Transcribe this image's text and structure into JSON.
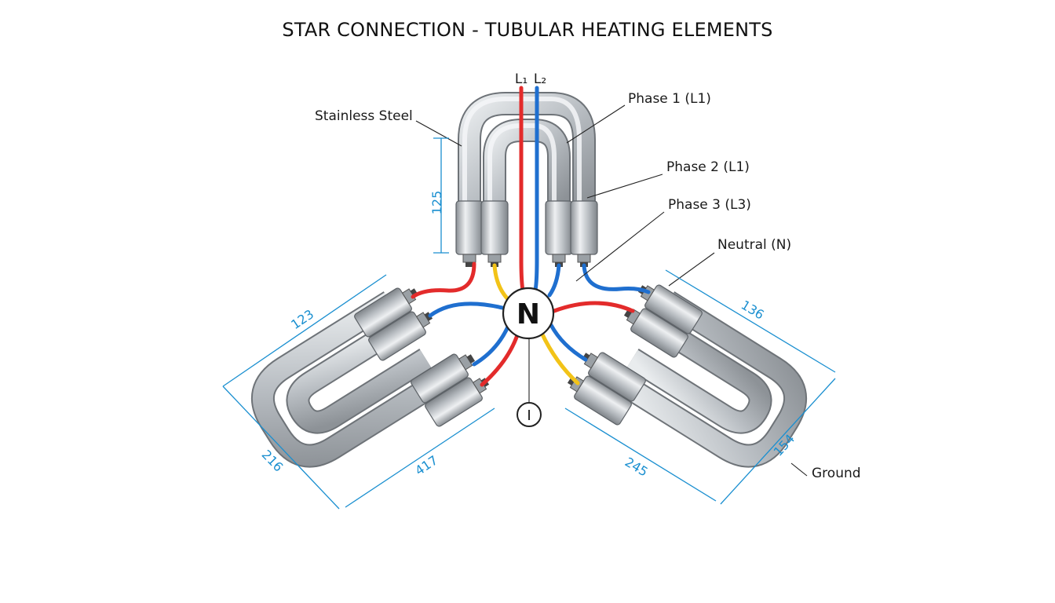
{
  "title": "STAR CONNECTION - TUBULAR HEATING ELEMENTS",
  "terminals": {
    "l1": "L₁",
    "l2": "L₂"
  },
  "labels": {
    "stainless_steel": "Stainless Steel",
    "phase1": "Phase 1 (L1)",
    "phase2": "Phase 2 (L1)",
    "phase3": "Phase 3 (L3)",
    "neutral": "Neutral (N)",
    "ground": "Ground"
  },
  "neutral_node": "N",
  "ground_symbol": "I",
  "dimensions": {
    "top_height": "125",
    "left_upper": "123",
    "left_side": "216",
    "left_lower": "417",
    "right_upper": "136",
    "right_side": "154",
    "right_lower": "245"
  },
  "colors": {
    "red_wire": "#e32b2b",
    "blue_wire": "#1f6fcf",
    "yellow_wire": "#f2c318",
    "dimension": "#1a8fd0",
    "steel": "#c3c7cb"
  }
}
